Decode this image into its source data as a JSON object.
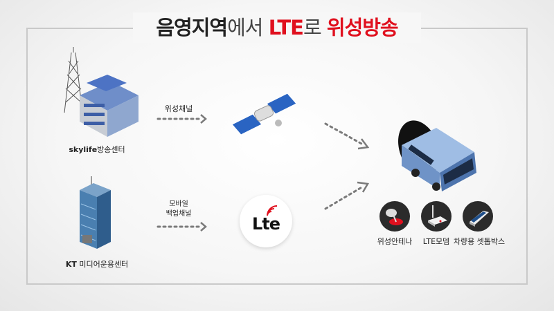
{
  "title": {
    "part1": "음영지역",
    "part2": "에서 ",
    "part3": "LTE",
    "part4": "로 ",
    "part5": "위성방송"
  },
  "sources": [
    {
      "label_bold": "skylife",
      "label_rest": "방송센터",
      "icon": "broadcast-tower-building-icon"
    },
    {
      "label_bold": "KT",
      "label_rest": " 미디어운용센터",
      "icon": "office-tower-icon"
    }
  ],
  "channels": {
    "satellite": "위성채널",
    "backup_line1": "모바일",
    "backup_line2": "백업채널"
  },
  "lte_logo": "Lte",
  "bus_equipment": [
    {
      "label": "위성안테나",
      "icon": "satellite-dish-icon"
    },
    {
      "label": "LTE모뎀",
      "icon": "lte-modem-icon"
    },
    {
      "label": "차량용 셋톱박스",
      "icon": "set-top-box-icon"
    }
  ],
  "colors": {
    "accent": "#e0101e",
    "text": "#222222",
    "arrow": "#7a7a7a"
  }
}
